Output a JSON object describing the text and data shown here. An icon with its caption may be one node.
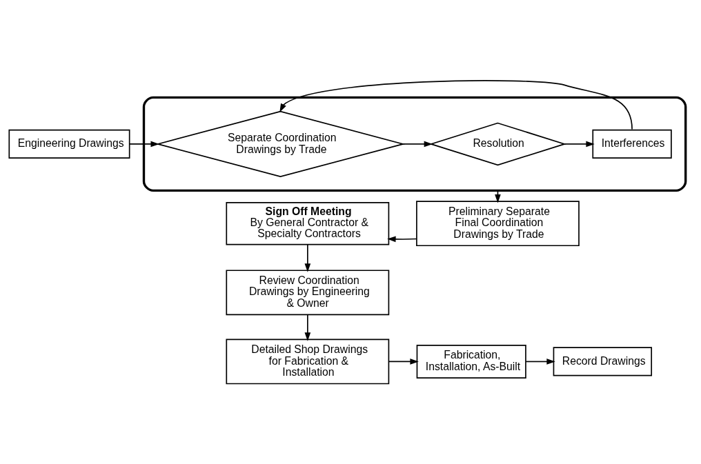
{
  "diagram": {
    "nodes": [
      {
        "text": [
          "Engineering Drawings"
        ]
      },
      {
        "text": [],
        "shape": "ellipse"
      },
      {
        "text": [
          "Separate Coordination Drawings by Trade"
        ],
        "in": 1
      },
      {
        "text": [
          "Resolution"
        ],
        "in": 1
      },
      {
        "text": [
          "Interferences"
        ],
        "in": 1
      },
      {
        "text": [
          "Sign Off Meeting",
          "By General Contractor & Specialty Contractors"
        ]
      },
      {
        "text": [
          "Preliminary Separate Final Coordination Drawings by Trade"
        ]
      },
      {
        "text": [
          "Review Coordination Drawings by Engineering & Owner"
        ]
      },
      {
        "text": [
          "Detailed Shop Drawings for Fabrication & Installation"
        ]
      },
      {
        "text": [
          "Fabrication, Installation, As-Built"
        ]
      },
      {
        "text": [
          "Record Drawings"
        ]
      }
    ],
    "edges": [
      {
        "from": 0,
        "to": 2,
        "arrow": "to"
      },
      {
        "from": 2,
        "to": 3,
        "arrow": "to"
      },
      {
        "from": 3,
        "to": 4,
        "arrow": "to"
      },
      {
        "from": 4,
        "to": 2,
        "arrow": "to"
      },
      {
        "from": 1,
        "to": 6,
        "arrow": "to"
      },
      {
        "from": 6,
        "to": 5,
        "arrow": "to"
      },
      {
        "from": 5,
        "to": 7,
        "arrow": "to"
      },
      {
        "from": 7,
        "to": 8,
        "arrow": "to"
      },
      {
        "from": 8,
        "to": 9,
        "arrow": "to"
      },
      {
        "from": 9,
        "to": 10,
        "arrow": "to"
      }
    ]
  }
}
